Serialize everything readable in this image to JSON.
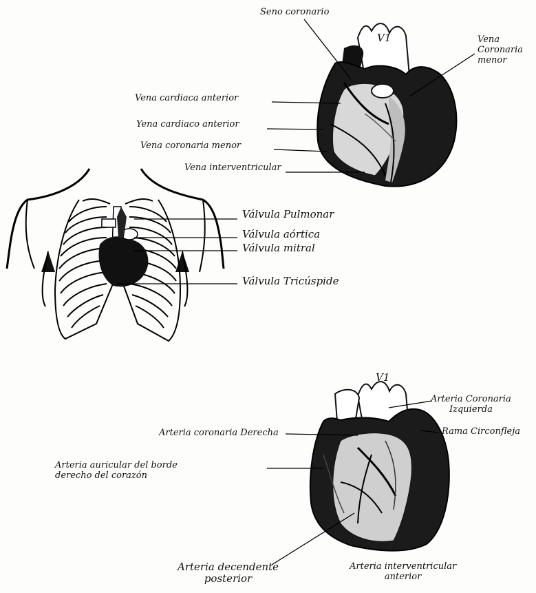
{
  "marks": {
    "v1_top": "V1",
    "v1_bottom": "V1"
  },
  "figure_top": {
    "labels": {
      "seno_coronario": "Seno coronario",
      "vena_coronaria_menor_right": "Vena\nCoronaria\nmenor",
      "vena_cardiaca_anterior_1": "Vena cardiaca anterior",
      "vena_cardiaca_anterior_2": "Yena cardiaco anterior",
      "vena_coronaria_menor_left": "Vena coronaria menor",
      "vena_interventricular": "Vena interventricular"
    }
  },
  "figure_middle": {
    "labels": {
      "valvula_pulmonar": "Válvula Pulmonar",
      "valvula_aortica": "Válvula aórtica",
      "valvula_mitral": "Válvula mitral",
      "valvula_tricuspide": "Válvula Tricúspide"
    }
  },
  "figure_bottom": {
    "labels": {
      "arteria_coronaria_izquierda": "Arteria Coronaria\nIzquierda",
      "rama_circunfleja": "Rama Circonfleja",
      "arteria_coronaria_derecha": "Arteria coronaria Derecha",
      "arteria_auricular": "Arteria auricular del borde\nderecho del corazón",
      "arteria_descendente_posterior": "Arteria decendente\nposterior",
      "arteria_interventricular_anterior": "Arteria interventricular\nanterior"
    }
  }
}
